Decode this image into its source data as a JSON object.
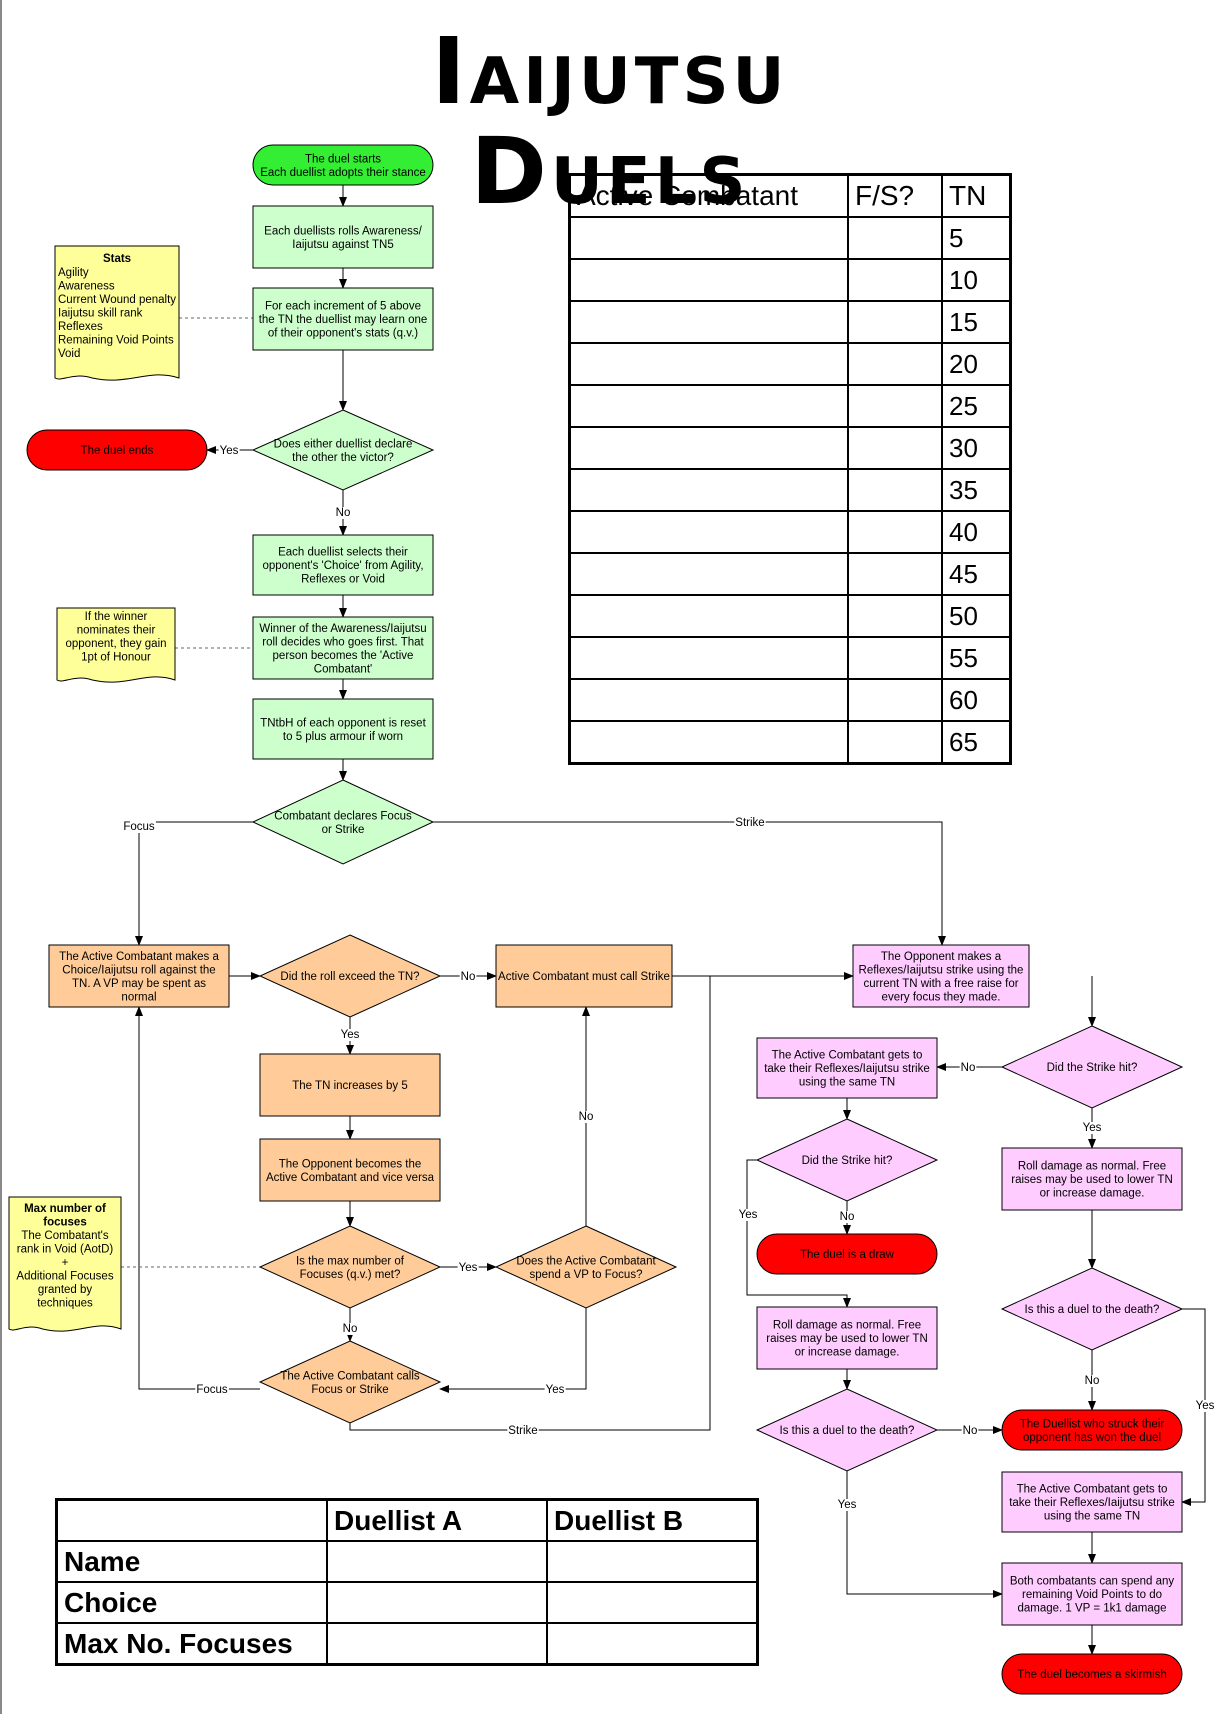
{
  "title": "Iaijutsu Duels",
  "colors": {
    "start": "#33ee33",
    "green": "#ccffcc",
    "end": "#ff0000",
    "note": "#ffff99",
    "orange": "#ffcc99",
    "pink": "#ffccff",
    "stroke": "#000000"
  },
  "flow": {
    "start": [
      "The duel starts",
      "Each duellist adopts their stance"
    ],
    "roll": [
      "Each duellists rolls Awareness/",
      "Iaijutsu against TN5"
    ],
    "learn": [
      "For each increment of 5 above",
      "the TN the duellist may learn one",
      "of their opponent's stats (q.v.)"
    ],
    "declare_victor": [
      "Does either duellist declare",
      "the other the victor?"
    ],
    "duel_ends": [
      "The duel ends"
    ],
    "choice": [
      "Each duellist selects their",
      "opponent's 'Choice' from Agility,",
      "Reflexes or Void"
    ],
    "winner": [
      "Winner of the Awareness/Iaijutsu",
      "roll decides who goes first. That",
      "person becomes the 'Active",
      "Combatant'"
    ],
    "tntbh": [
      "TNtbH of each opponent is reset",
      "to 5 plus armour if worn"
    ],
    "focus_or_strike": [
      "Combatant declares Focus",
      "or Strike"
    ],
    "choice_roll": [
      "The Active Combatant makes a",
      "Choice/Iaijutsu roll against the",
      "TN. A VP may be spent as",
      "normal"
    ],
    "exceed": [
      "Did the roll exceed the TN?"
    ],
    "must_strike": [
      "Active Combatant must call Strike"
    ],
    "tn_up": [
      "The TN increases by 5"
    ],
    "swap": [
      "The Opponent becomes the",
      "Active Combatant and vice versa"
    ],
    "max_met": [
      "Is the max number of",
      "Focuses (q.v.) met?"
    ],
    "spend_vp": [
      "Does the Active Combatant",
      "spend a VP to Focus?"
    ],
    "calls": [
      "The Active Combatant calls",
      "Focus or Strike"
    ],
    "opp_strike": [
      "The  Opponent makes a",
      "Reflexes/Iaijutsu strike using the",
      "current TN with a free raise for",
      "every focus they made."
    ],
    "hit1": [
      "Did the Strike hit?"
    ],
    "ac_strike1": [
      "The Active Combatant gets to",
      "take their Reflexes/Iaijutsu strike",
      "using the same TN"
    ],
    "hit2": [
      "Did the Strike hit?"
    ],
    "draw": [
      "The duel is a draw"
    ],
    "dmg1": [
      "Roll damage as normal.  Free",
      "raises may be used to lower TN",
      "or increase damage."
    ],
    "dmg2": [
      "Roll damage as normal.  Free",
      "raises may be used to lower TN",
      "or increase damage."
    ],
    "death1": [
      "Is this a duel to the death?"
    ],
    "death2": [
      "Is this a duel to the death?"
    ],
    "won": [
      "The Duellist who struck their",
      "opponent has won the duel"
    ],
    "ac_strike2": [
      "The Active Combatant gets to",
      "take their Reflexes/Iaijutsu strike",
      "using the same TN"
    ],
    "void_dmg": [
      "Both combatants can spend any",
      "remaining Void Points to do",
      "damage. 1 VP = 1k1 damage"
    ],
    "skirmish": [
      "The duel becomes a skirmish"
    ]
  },
  "notes": {
    "stats_title": "Stats",
    "stats": [
      "Agility",
      "Awareness",
      "Current Wound penalty",
      "Iaijutsu skill rank",
      "Reflexes",
      "Remaining Void Points",
      "Void"
    ],
    "honour": [
      "If the winner",
      "nominates their",
      "opponent, they gain",
      "1pt of Honour"
    ],
    "max_title": [
      "Max number of",
      "focuses"
    ],
    "max_body": [
      "The Combatant's",
      "rank in Void (AotD)",
      "+",
      "Additional Focuses",
      "granted by",
      "techniques"
    ]
  },
  "labels": {
    "yes": "Yes",
    "no": "No",
    "focus": "Focus",
    "strike": "Strike"
  },
  "tn_table": {
    "headers": [
      "Active Combatant",
      "F/S?",
      "TN"
    ],
    "tn_values": [
      "5",
      "10",
      "15",
      "20",
      "25",
      "30",
      "35",
      "40",
      "45",
      "50",
      "55",
      "60",
      "65"
    ]
  },
  "duellist_table": {
    "headers": [
      "",
      "Duellist A",
      "Duellist B"
    ],
    "rows": [
      "Name",
      "Choice",
      "Max No. Focuses"
    ]
  }
}
